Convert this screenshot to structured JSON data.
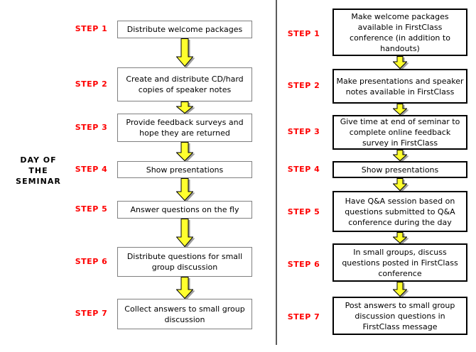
{
  "flow": {
    "side_label": "DAY OF\nTHE\nSEMINAR",
    "colors": {
      "step_label_red": "#fe0000",
      "arrow_yellow": "#ffff2e",
      "left_box_border": "#808080",
      "right_box_border": "#000000",
      "divider_gray": "#5c5c5c"
    },
    "left": {
      "steps": [
        {
          "label": "STEP 1",
          "text": "Distribute welcome packages"
        },
        {
          "label": "STEP 2",
          "text": "Create and distribute CD/hard copies of speaker notes"
        },
        {
          "label": "STEP 3",
          "text": "Provide feedback surveys and hope they are returned"
        },
        {
          "label": "STEP 4",
          "text": "Show presentations"
        },
        {
          "label": "STEP 5",
          "text": "Answer questions on the fly"
        },
        {
          "label": "STEP 6",
          "text": "Distribute questions for small group discussion"
        },
        {
          "label": "STEP 7",
          "text": "Collect answers to small group discussion"
        }
      ]
    },
    "right": {
      "steps": [
        {
          "label": "STEP 1",
          "text": "Make welcome packages available in FirstClass conference (in addition to handouts)"
        },
        {
          "label": "STEP 2",
          "text": "Make presentations and speaker notes available in FirstClass"
        },
        {
          "label": "STEP 3",
          "text": "Give time at end of seminar to complete online feedback survey in FirstClass"
        },
        {
          "label": "STEP 4",
          "text": "Show presentations"
        },
        {
          "label": "STEP 5",
          "text": "Have Q&A session based on questions submitted to Q&A conference during the day"
        },
        {
          "label": "STEP 6",
          "text": "In small groups, discuss questions posted in FirstClass conference"
        },
        {
          "label": "STEP 7",
          "text": "Post answers to small group discussion questions in FirstClass message"
        }
      ]
    }
  }
}
